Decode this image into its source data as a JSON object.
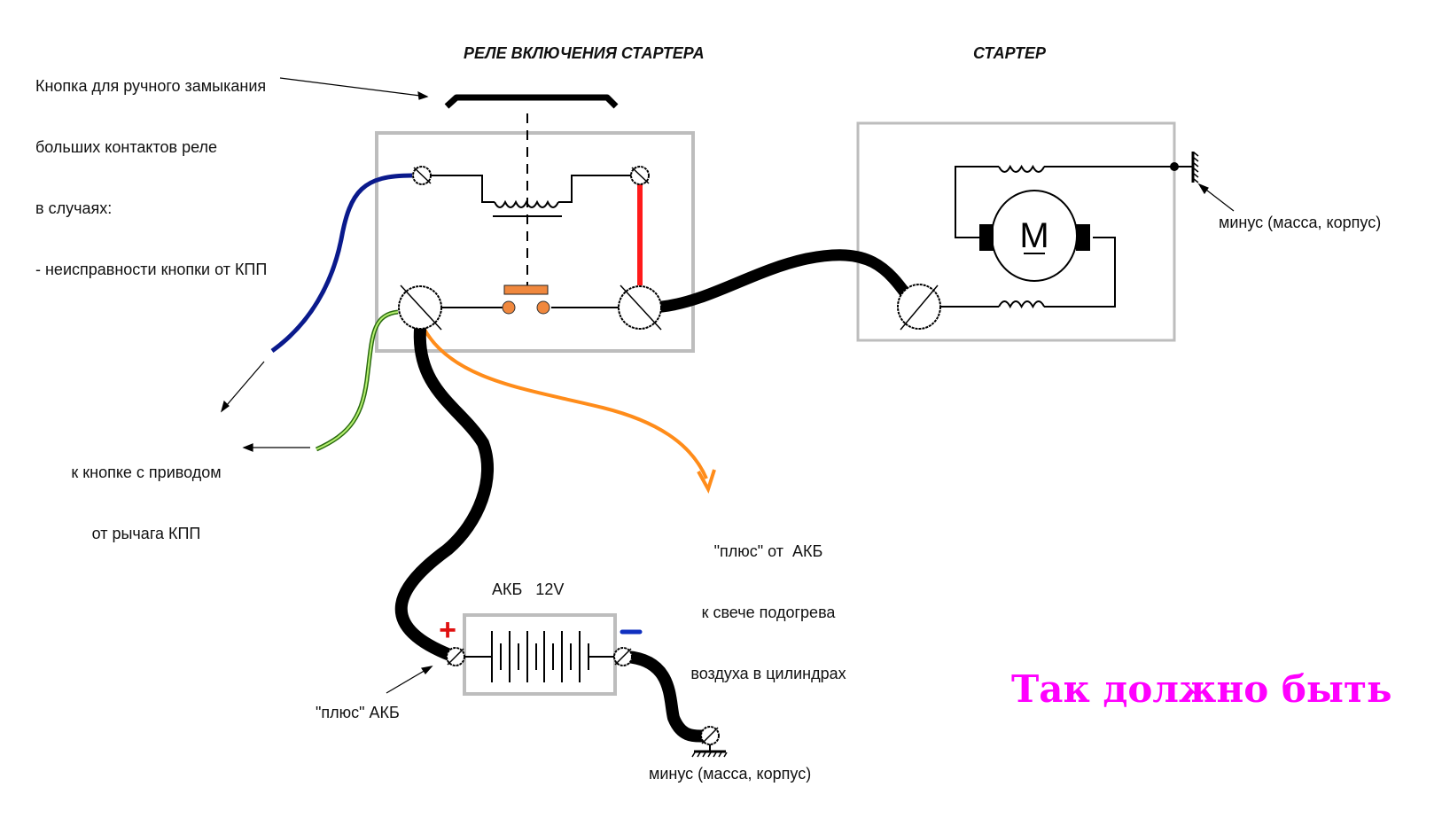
{
  "titles": {
    "relay": "РЕЛЕ ВКЛЮЧЕНИЯ СТАРТЕРА",
    "starter": "СТАРТЕР"
  },
  "labels": {
    "button_note": [
      "Кнопка для ручного замыкания",
      "больших контактов реле",
      "в случаях:",
      "- неисправности кнопки от КПП"
    ],
    "gearbox_button": [
      "к кнопке с приводом",
      "от рычага КПП"
    ],
    "glow_plug": [
      "\"плюс\" от  АКБ",
      "к свече подогрева",
      "воздуха в цилиндрах"
    ],
    "battery": "АКБ   12V",
    "battery_plus_label": "\"плюс\" АКБ",
    "ground_battery": "минус (масса, корпус)",
    "ground_starter": "минус (масса, корпус)",
    "motor_symbol": "M",
    "plus_sign": "+",
    "minus_sign": "−"
  },
  "caption": "Так должно быть",
  "colors": {
    "wire_blue": "#0a1a8c",
    "wire_red": "#ff1a1a",
    "wire_green": "#7ccc2a",
    "wire_orange": "#ff8c1a",
    "wire_black": "#000000",
    "contact_orange": "#f0883e",
    "box_gray": "#bdbdbd",
    "caption": "#ff00ff",
    "plus": "#e01010",
    "minus": "#1030c0"
  }
}
